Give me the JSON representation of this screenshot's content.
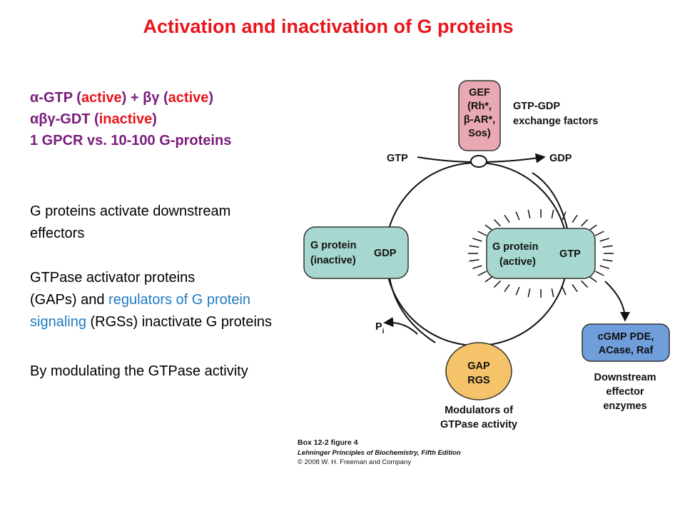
{
  "title": "Activation and inactivation of G proteins",
  "bullets": {
    "line1": {
      "alpha": "α",
      "gtp": "-GTP (",
      "active1": "active",
      "mid": ") + ",
      "betagamma": "βγ",
      "open": " (",
      "active2": "active",
      "close": ")"
    },
    "line2": {
      "abg": "αβγ",
      "gdt": "-GDT (",
      "inactive": "inactive",
      "close": ")"
    },
    "line3": "1 GPCR vs. 10-100 G-proteins"
  },
  "body": {
    "p1_line1": "G proteins activate downstream",
    "p1_line2": "effectors",
    "p2_line1": "GTPase activator proteins",
    "p2_line2_a": "(GAPs) and ",
    "p2_line2_b": "regulators of G protein",
    "p2_line3_a": "signaling",
    "p2_line3_b": " (RGSs) inactivate G proteins",
    "p3": "By modulating the GTPase activity"
  },
  "diagram": {
    "gef": [
      "GEF",
      "(Rh*,",
      "β-AR*,",
      "Sos)"
    ],
    "gef_desc": [
      "GTP-GDP",
      "exchange factors"
    ],
    "gtp_in": "GTP",
    "gdp_out": "GDP",
    "inactive_box": {
      "line1": "G protein",
      "line2": "(inactive)",
      "tag": "GDP"
    },
    "active_box": {
      "line1": "G protein",
      "line2": "(active)",
      "tag": "GTP"
    },
    "pi": {
      "base": "P",
      "sub": "i"
    },
    "effector": [
      "cGMP PDE,",
      "ACase, Raf"
    ],
    "effector_desc": [
      "Downstream",
      "effector",
      "enzymes"
    ],
    "gap": [
      "GAP",
      "RGS"
    ],
    "gap_desc": [
      "Modulators of",
      "GTPase activity"
    ],
    "credit": {
      "line1": "Box 12-2 figure 4",
      "line2": "Lehninger Principles of Biochemistry, Fifth Edition",
      "line3": "© 2008 W. H. Freeman and Company"
    }
  },
  "colors": {
    "title": "#e8151b",
    "purple": "#7b1b7b",
    "blue": "#1f7bc4",
    "gef_fill": "#e8a9b4",
    "gprotein_fill": "#a7d8d0",
    "effector_fill": "#6f9edb",
    "gap_fill": "#f4c36a"
  }
}
